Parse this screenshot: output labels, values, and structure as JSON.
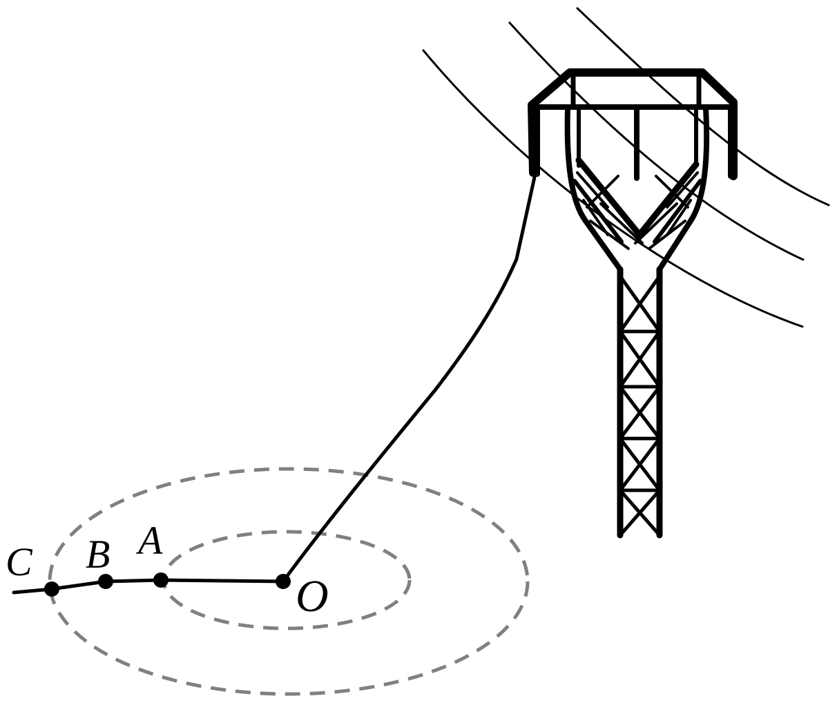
{
  "figure": {
    "points": {
      "O": "O",
      "A": "A",
      "B": "B",
      "C": "C"
    },
    "colors": {
      "ink": "#000000",
      "dashed_rings": "#808080",
      "background": "#ffffff"
    },
    "icons": {
      "tower": "transmission-tower-icon"
    }
  }
}
